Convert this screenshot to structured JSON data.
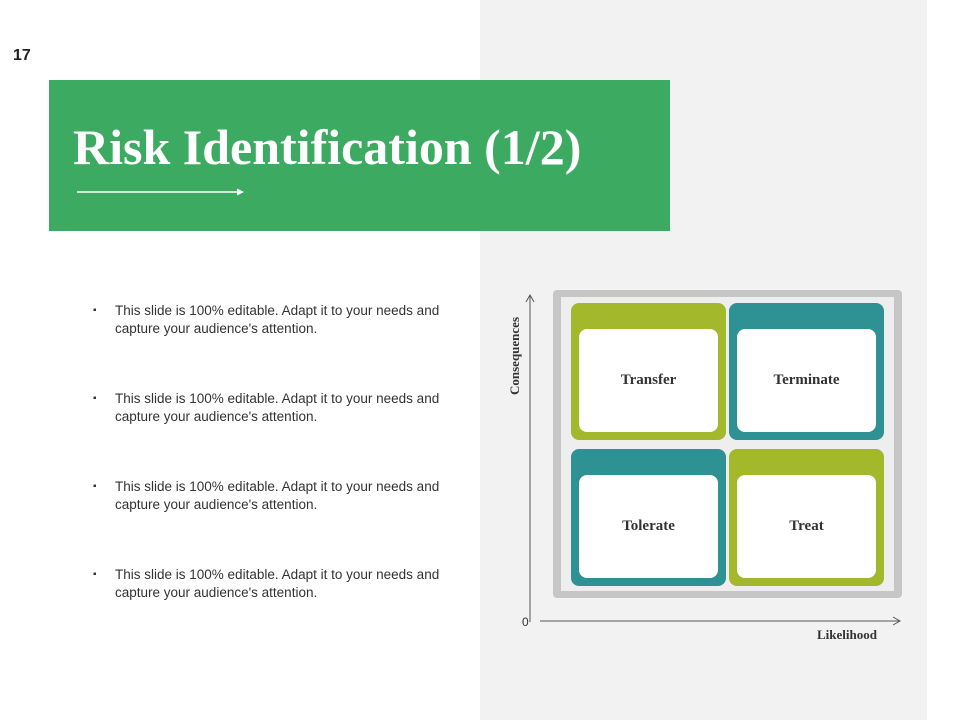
{
  "slide": {
    "number": "17",
    "title": "Risk Identification (1/2)"
  },
  "bullets": [
    {
      "text": "This slide is 100% editable. Adapt it to your needs and capture your audience's attention."
    },
    {
      "text": "This slide is 100% editable. Adapt it to your needs and capture your audience's attention."
    },
    {
      "text": "This slide is 100% editable. Adapt it to your needs and capture your audience's attention."
    },
    {
      "text": "This slide is 100% editable. Adapt it to your needs and capture your audience's attention."
    }
  ],
  "bullet_marker": "▪",
  "matrix": {
    "y_axis_label": "Consequences",
    "x_axis_label": "Likelihood",
    "origin_label": "0",
    "quadrants": [
      {
        "label": "Transfer",
        "color": "#a3b82a"
      },
      {
        "label": "Terminate",
        "color": "#2e9193"
      },
      {
        "label": "Tolerate",
        "color": "#2e9193"
      },
      {
        "label": "Treat",
        "color": "#a3b82a"
      }
    ]
  },
  "colors": {
    "title_bg": "#3daa62",
    "panel_bg": "#f2f2f2",
    "green": "#a3b82a",
    "teal": "#2e9193"
  }
}
